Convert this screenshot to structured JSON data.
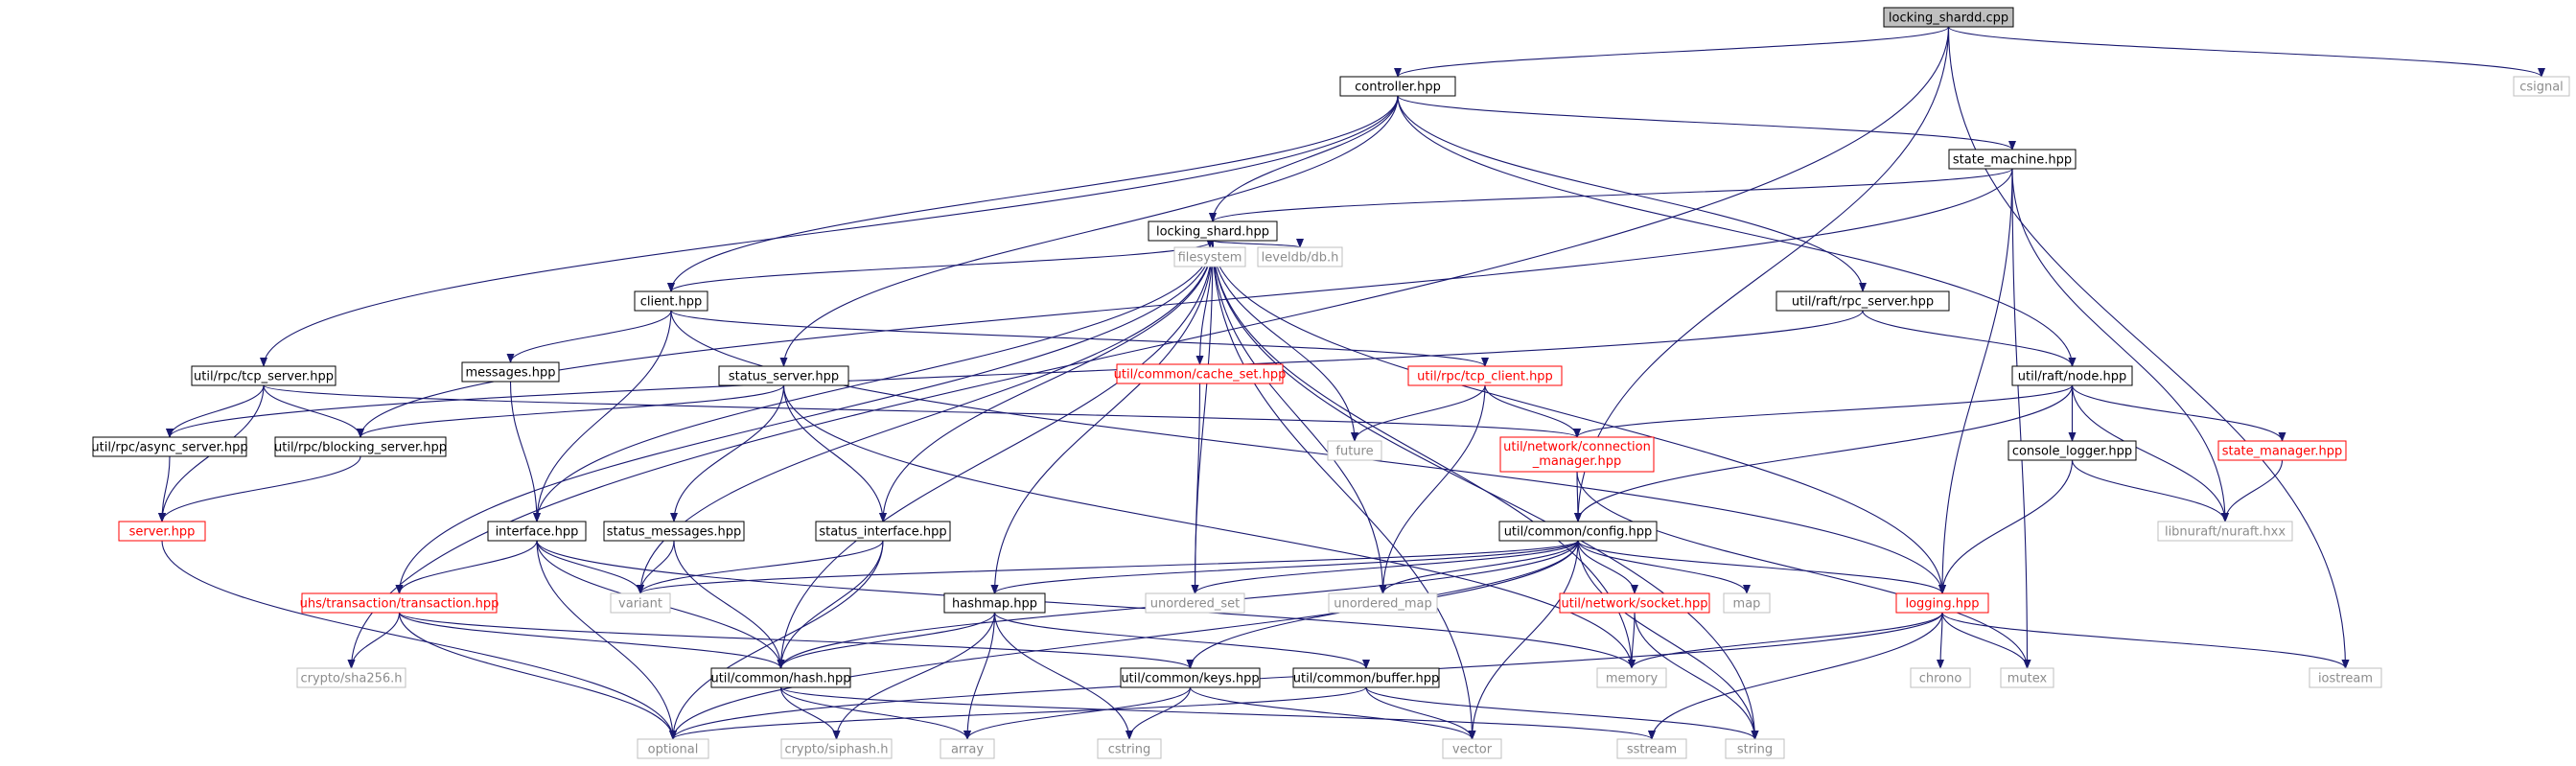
{
  "colors": {
    "edge": "#191970",
    "edge_external": "#8c8c8c",
    "internal_border": "#000000",
    "external_border": "#bfbfbf",
    "truncated_border": "#ff0000",
    "root_fill": "#bfbfbf"
  },
  "nodes": {
    "n_root": "locking_shardd.cpp",
    "n_controller": "controller.hpp",
    "n_csignal": "csignal",
    "n_state_machine": "state_machine.hpp",
    "n_locking_shard": "locking_shard.hpp",
    "n_filesystem": "filesystem",
    "n_leveldb": "leveldb/db.h",
    "n_rpc_server": "util/raft/rpc_server.hpp",
    "n_client": "client.hpp",
    "n_messages": "messages.hpp",
    "n_tcp_server": "util/rpc/tcp_server.hpp",
    "n_status_server": "status_server.hpp",
    "n_cache_set": "util/common/cache_set.hpp",
    "n_tcp_client": "util/rpc/tcp_client.hpp",
    "n_raft_node": "util/raft/node.hpp",
    "n_async_server": "util/rpc/async_server.hpp",
    "n_blocking_server": "util/rpc/blocking_server.hpp",
    "n_future": "future",
    "n_connection_manager": [
      "util/network/connection",
      "_manager.hpp"
    ],
    "n_console_logger": "console_logger.hpp",
    "n_state_manager": "state_manager.hpp",
    "n_server": "server.hpp",
    "n_interface": "interface.hpp",
    "n_status_messages": "status_messages.hpp",
    "n_status_interface": "status_interface.hpp",
    "n_config": "util/common/config.hpp",
    "n_nuraft": "libnuraft/nuraft.hxx",
    "n_variant": "variant",
    "n_unordered_set": "unordered_set",
    "n_unordered_map": "unordered_map",
    "n_socket": "util/network/socket.hpp",
    "n_map": "map",
    "n_logging": "logging.hpp",
    "n_transaction": "uhs/transaction/transaction.hpp",
    "n_hashmap": "hashmap.hpp",
    "n_keys": "util/common/keys.hpp",
    "n_buffer": "util/common/buffer.hpp",
    "n_hash": "util/common/hash.hpp",
    "n_sha256": "crypto/sha256.h",
    "n_memory": "memory",
    "n_chrono": "chrono",
    "n_mutex": "mutex",
    "n_iostream": "iostream",
    "n_optional": "optional",
    "n_siphash": "crypto/siphash.h",
    "n_array": "array",
    "n_cstring": "cstring",
    "n_vector": "vector",
    "n_sstream": "sstream",
    "n_string": "string"
  }
}
